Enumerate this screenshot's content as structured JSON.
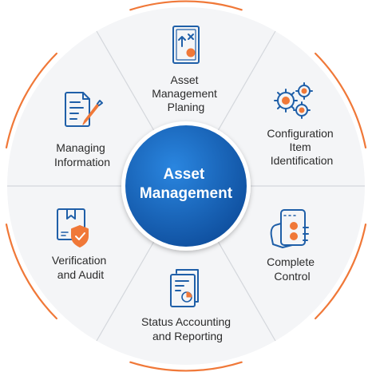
{
  "center": {
    "lines": [
      "Asset",
      "Management"
    ]
  },
  "segments": [
    {
      "id": "planning",
      "lines": [
        "Asset",
        "Management",
        "Planing"
      ],
      "icon": "strategy-board-icon"
    },
    {
      "id": "configuration",
      "lines": [
        "Configuration",
        "Item",
        "Identification"
      ],
      "icon": "gears-icon"
    },
    {
      "id": "control",
      "lines": [
        "Complete",
        "Control"
      ],
      "icon": "hand-remote-icon"
    },
    {
      "id": "status",
      "lines": [
        "Status Accounting",
        "and Reporting"
      ],
      "icon": "report-documents-icon"
    },
    {
      "id": "verification",
      "lines": [
        "Verification",
        "and Audit"
      ],
      "icon": "box-shield-icon"
    },
    {
      "id": "information",
      "lines": [
        "Managing",
        "Information"
      ],
      "icon": "document-pen-icon"
    }
  ],
  "colors": {
    "accent_orange": "#f07838",
    "icon_blue": "#1f5fa8",
    "center_blue": "#1565c0",
    "disc_gray": "#f4f5f7",
    "divider": "#d4d7dc",
    "text": "#2b2b2b"
  }
}
